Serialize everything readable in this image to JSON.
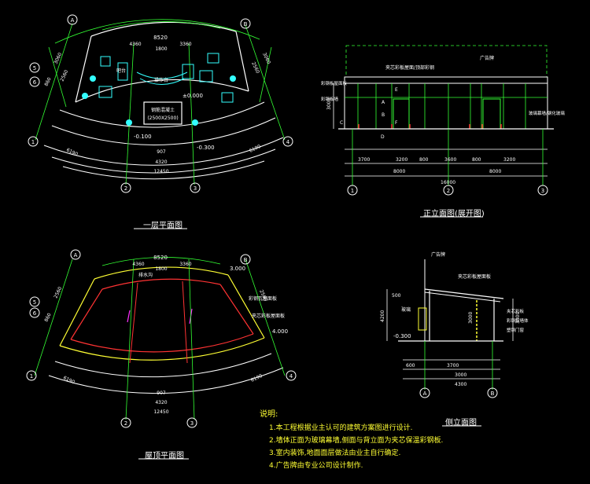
{
  "titles": {
    "first_floor_plan": "一层平面图",
    "roof_plan": "屋顶平面图",
    "front_elevation": "正立面图(展开图)",
    "side_elevation": "侧立面图"
  },
  "plan1": {
    "dim_top_total": "8520",
    "dim_top_a": "4360",
    "dim_top_b": "3360",
    "dim_top_c": "1800",
    "dim_left_a": "3060",
    "dim_left_b": "2560",
    "dim_left_c": "860",
    "dim_right_a": "2560",
    "dim_right_b": "3060",
    "dim_bottom_a": "907",
    "dim_bottom_b": "4320",
    "dim_bottom_c": "12450",
    "dim_side_l": "6190",
    "dim_side_r": "6190",
    "level_floor": "±0.000",
    "level_outside": "-0.100",
    "level_low": "-0.300",
    "room_label_1": "吧台",
    "room_label_2": "操作台",
    "sign_box": "钢筋混凝土",
    "sign_box_2": "(2500X2500)",
    "axis": [
      "A",
      "B",
      "1",
      "2",
      "3",
      "4",
      "5",
      "6"
    ]
  },
  "plan2": {
    "dim_top_total": "8520",
    "dim_top_a": "4360",
    "dim_top_b": "3360",
    "dim_top_c": "1800",
    "dim_left_a": "2560",
    "dim_left_b": "860",
    "dim_right_a": "2560",
    "dim_bottom_a": "907",
    "dim_bottom_b": "4320",
    "dim_bottom_c": "12450",
    "dim_side_l": "6190",
    "dim_side_r": "6190",
    "level_top": "3.000",
    "level_mid": "4.000",
    "label_gutter": "排水沟",
    "label_a": "彩钢瓦屋面板",
    "label_b": "夹芯彩板屋面板"
  },
  "front": {
    "label_ad": "广告牌",
    "label_top": "夹芯彩板屋面/顶部彩钢",
    "label_left_a": "彩钢板屋面板",
    "label_left_b": "彩钢板墙",
    "label_right": "玻璃幕墙/钢化玻璃",
    "dim_height": "3000",
    "dims_row1": [
      "3700",
      "3200",
      "800",
      "3600",
      "800",
      "3200"
    ],
    "dims_row2": [
      "8000",
      "8000"
    ],
    "dim_total": "16000",
    "axis": [
      "1",
      "2",
      "3"
    ],
    "marks": [
      "A",
      "B",
      "C",
      "D",
      "E",
      "F"
    ]
  },
  "side": {
    "label_ad": "广告牌",
    "label_roof": "夹芯彩板屋面板",
    "label_win": "玻璃",
    "labels_right": [
      "夹芯彩板",
      "彩钢板墙体",
      "塑钢门窗"
    ],
    "dim_h_left": "4200",
    "dim_h_mid": "3000",
    "dim_h_right": "3300",
    "dim_h_small": "500",
    "level": "-0.300",
    "dims_bottom": [
      "600",
      "3700",
      "3000",
      "4300"
    ],
    "axis": [
      "A",
      "B"
    ]
  },
  "notes": {
    "heading": "说明:",
    "items": [
      "1.本工程根据业主认可的建筑方案图进行设计.",
      "2.墙体正面为玻璃幕墙,侧面与背立面为夹芯保温彩钢板.",
      "3.室内装饰,地面面层做法由业主自行确定.",
      "4.广告牌由专业公司设计制作."
    ]
  },
  "colors": {
    "background": "#000000",
    "line_white": "#ffffff",
    "line_green": "#33ff33",
    "line_cyan": "#33ffff",
    "line_red": "#ff3333",
    "line_yellow": "#ffff33",
    "line_magenta": "#ff33ff"
  }
}
